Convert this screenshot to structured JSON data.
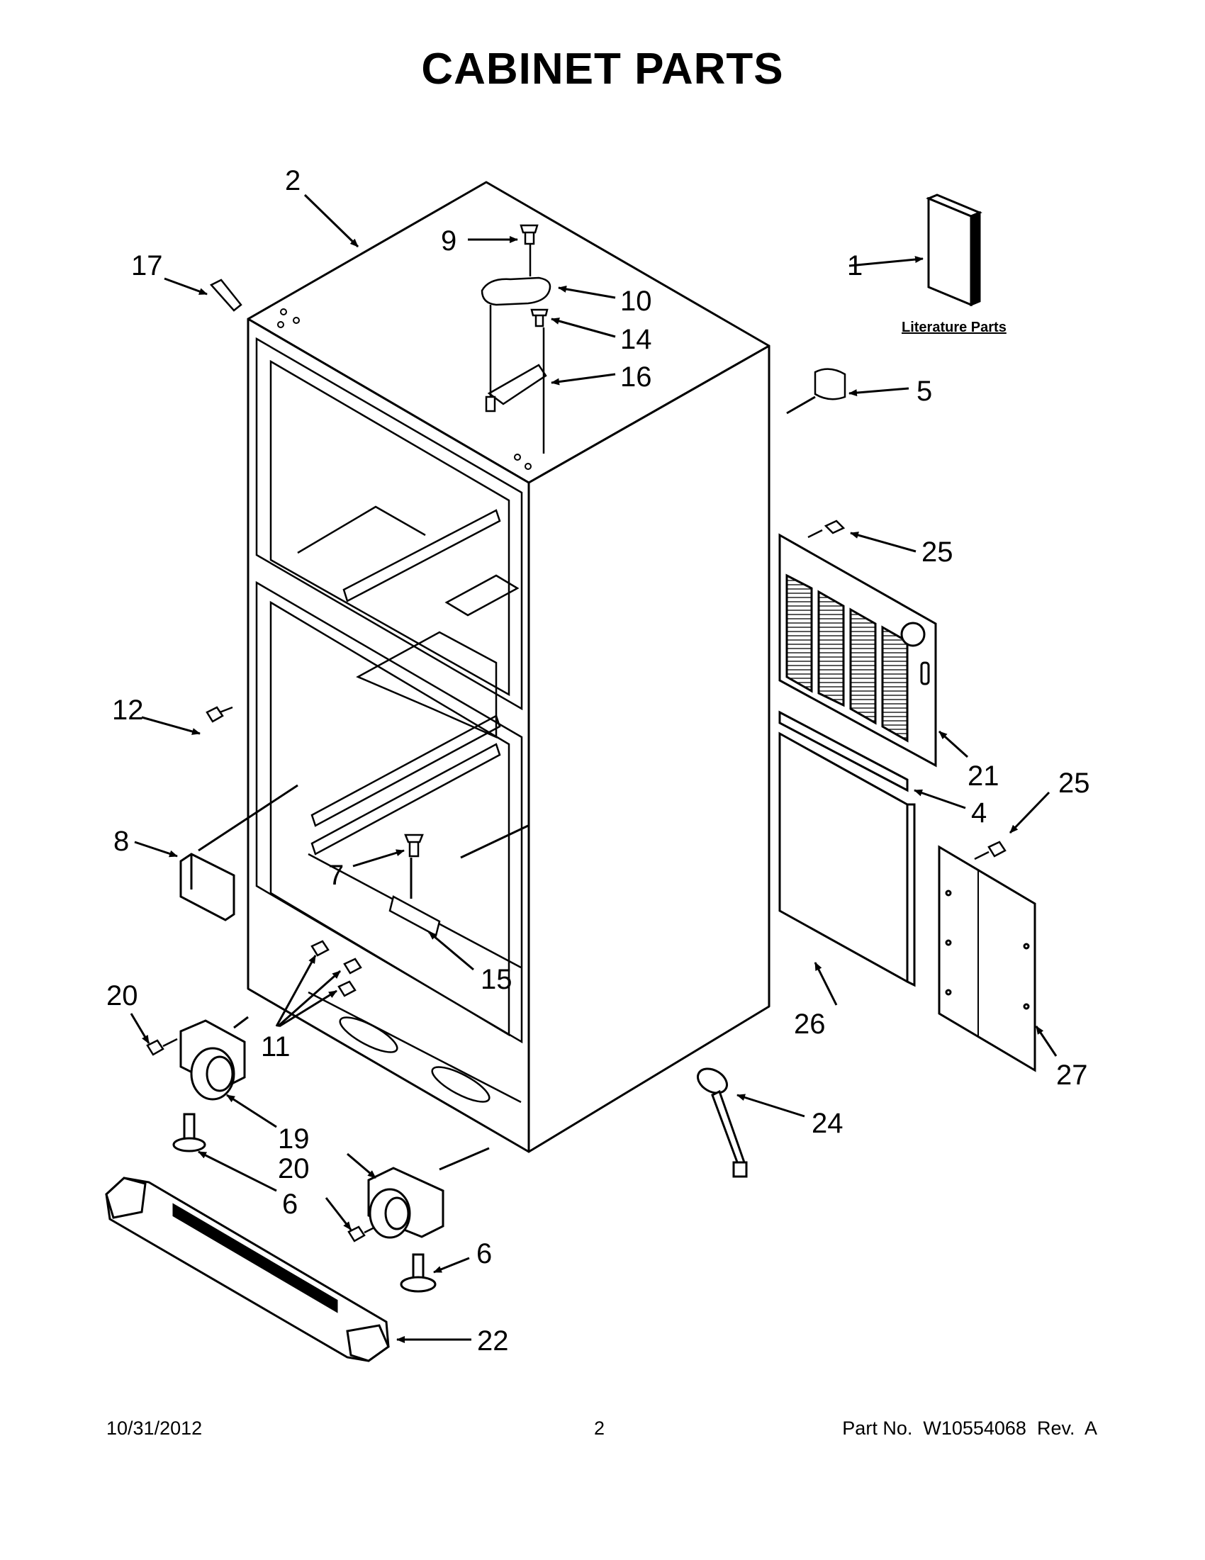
{
  "title": "CABINET PARTS",
  "literature_label": "Literature Parts",
  "callouts": {
    "c1": "1",
    "c2": "2",
    "c4": "4",
    "c5": "5",
    "c6a": "6",
    "c6b": "6",
    "c7": "7",
    "c8": "8",
    "c9": "9",
    "c10": "10",
    "c11": "11",
    "c12": "12",
    "c14": "14",
    "c15": "15",
    "c16": "16",
    "c17": "17",
    "c19": "19",
    "c20a": "20",
    "c20b": "20",
    "c21": "21",
    "c22": "22",
    "c24": "24",
    "c25a": "25",
    "c25b": "25",
    "c26": "26",
    "c27": "27"
  },
  "footer": {
    "date": "10/31/2012",
    "page": "2",
    "part": "Part No.  W10554068  Rev.  A"
  }
}
